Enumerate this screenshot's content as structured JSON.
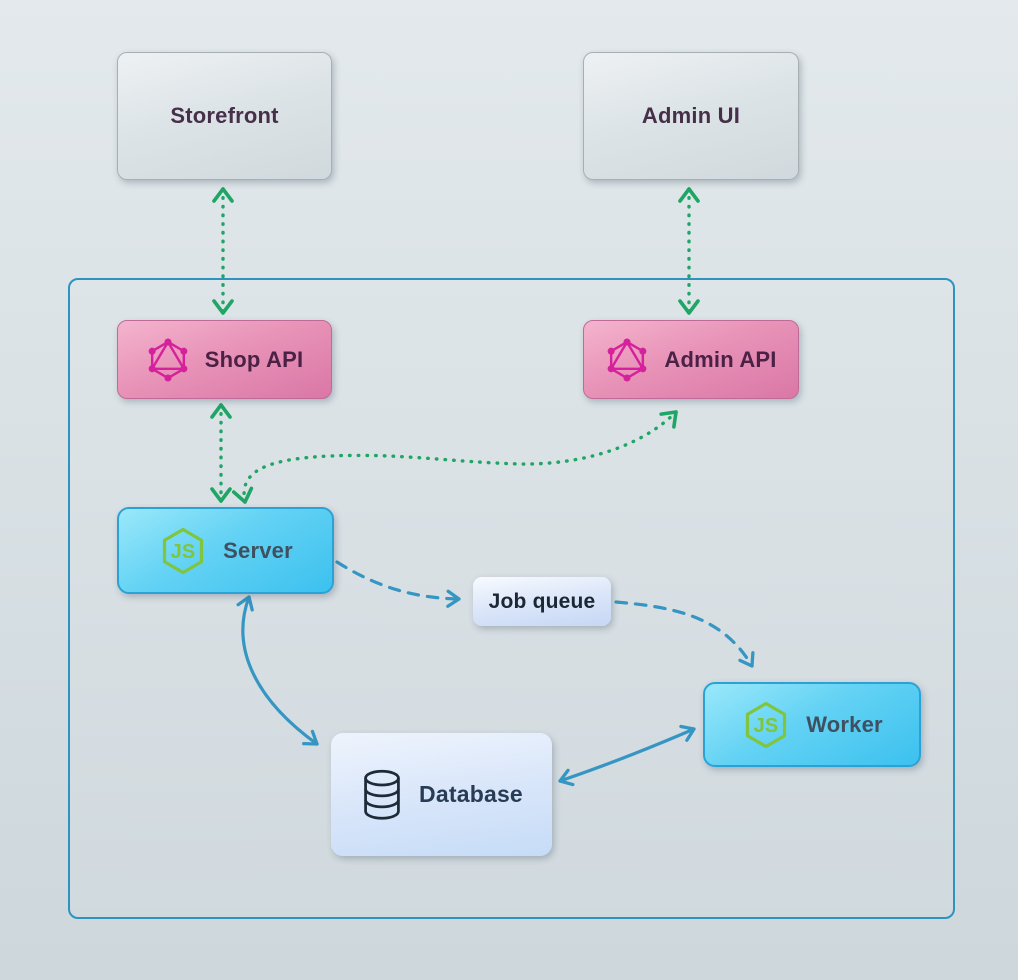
{
  "diagram": {
    "nodes": {
      "storefront": {
        "label": "Storefront"
      },
      "admin_ui": {
        "label": "Admin UI"
      },
      "shop_api": {
        "label": "Shop API",
        "icon": "graphql-icon"
      },
      "admin_api": {
        "label": "Admin API",
        "icon": "graphql-icon"
      },
      "server": {
        "label": "Server",
        "icon": "nodejs-icon"
      },
      "job_queue": {
        "label": "Job queue"
      },
      "worker": {
        "label": "Worker",
        "icon": "nodejs-icon"
      },
      "database": {
        "label": "Database",
        "icon": "database-icon"
      }
    },
    "edges": [
      {
        "from": "storefront",
        "to": "shop_api",
        "style": "dotted",
        "color": "#1fa565",
        "bidirectional": true
      },
      {
        "from": "admin_ui",
        "to": "admin_api",
        "style": "dotted",
        "color": "#1fa565",
        "bidirectional": true
      },
      {
        "from": "shop_api",
        "to": "server",
        "style": "dotted",
        "color": "#1fa565",
        "bidirectional": true
      },
      {
        "from": "server",
        "to": "admin_api",
        "style": "dotted",
        "color": "#1fa565",
        "bidirectional": true
      },
      {
        "from": "server",
        "to": "job_queue",
        "style": "dashed",
        "color": "#3596c3",
        "bidirectional": false
      },
      {
        "from": "job_queue",
        "to": "worker",
        "style": "dashed",
        "color": "#3596c3",
        "bidirectional": false
      },
      {
        "from": "server",
        "to": "database",
        "style": "solid",
        "color": "#3596c3",
        "bidirectional": true
      },
      {
        "from": "database",
        "to": "worker",
        "style": "solid",
        "color": "#3596c3",
        "bidirectional": true
      }
    ],
    "colors": {
      "background_top": "#e3e9ec",
      "background_bottom": "#cdd7dc",
      "container_border": "#2e93be",
      "green_arrow": "#1fa565",
      "blue_arrow": "#3596c3",
      "graphql_pink": "#d6219c",
      "nodejs_green": "#7fc53e",
      "external_node": "#dde3e6",
      "api_node": "#e593b9",
      "service_node": "#5fd0f4",
      "queue_node": "#dce7fa",
      "database_node": "#d4e3fa"
    }
  }
}
